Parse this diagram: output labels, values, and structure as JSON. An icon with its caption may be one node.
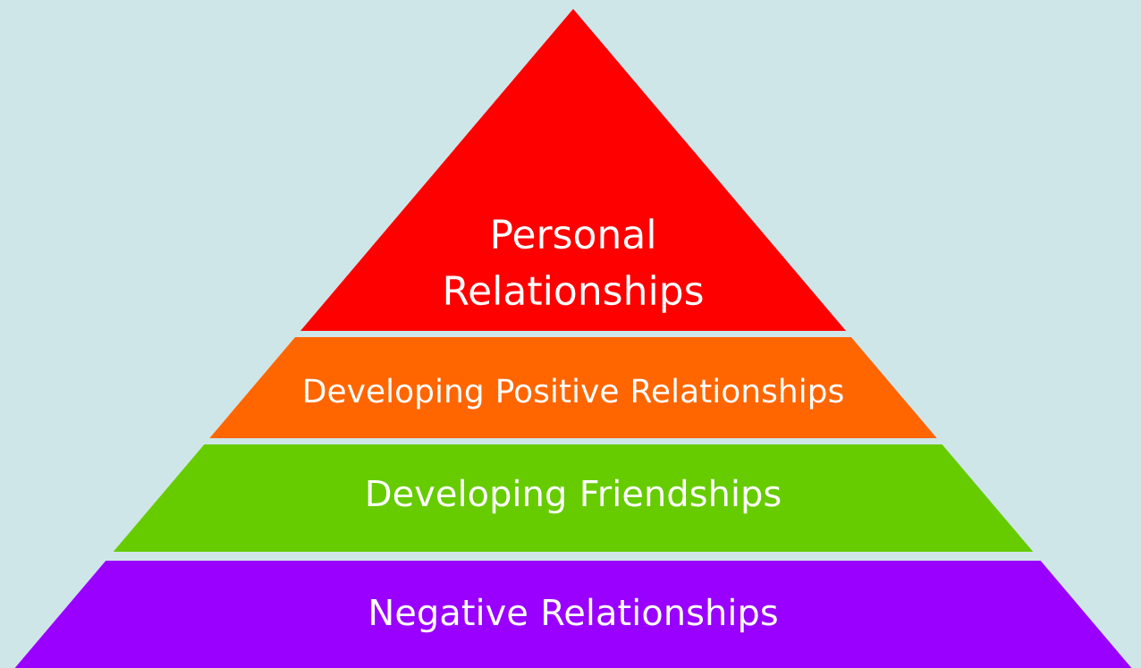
{
  "diagram": {
    "nodes": [
      {
        "text": [
          "Personal Relationships"
        ]
      },
      {
        "text": [
          "Developing Positive Relationships"
        ]
      },
      {
        "text": [
          "Developing Friendships"
        ]
      },
      {
        "text": [
          "Negative Relationships"
        ]
      }
    ]
  }
}
